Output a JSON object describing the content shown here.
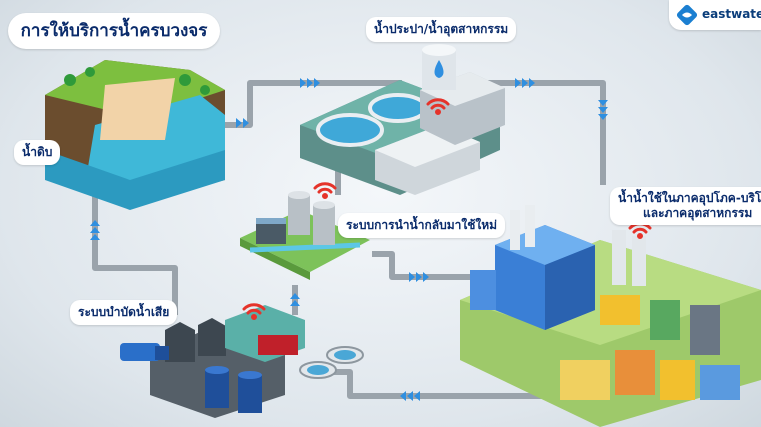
{
  "title": "การให้บริการน้ำครบวงจร",
  "brand": {
    "name": "eastwater"
  },
  "stages": {
    "raw_water": "น้ำดิบ",
    "tap_industrial": "น้ำประปา/น้ำอุตสาหกรรม",
    "reuse": "ระบบการนำน้ำกลับมาใช้ใหม่",
    "wastewater": "ระบบบำบัดน้ำเสีย",
    "consumption_line1": "น้ำน้ำใช้ในภาคอุปโภค-บริโภค",
    "consumption_line2": "และภาคอุตสาหกรรม"
  },
  "colors": {
    "title_text": "#0a2b6b",
    "pipe": "#9aa3ab",
    "flow_arrow": "#2f8fe0",
    "wifi": "#e5332a",
    "water": "#5cc7e6"
  },
  "icons": [
    "wifi-icon",
    "water-drop-icon",
    "flow-arrow-icon",
    "eastwater-logo-icon"
  ]
}
